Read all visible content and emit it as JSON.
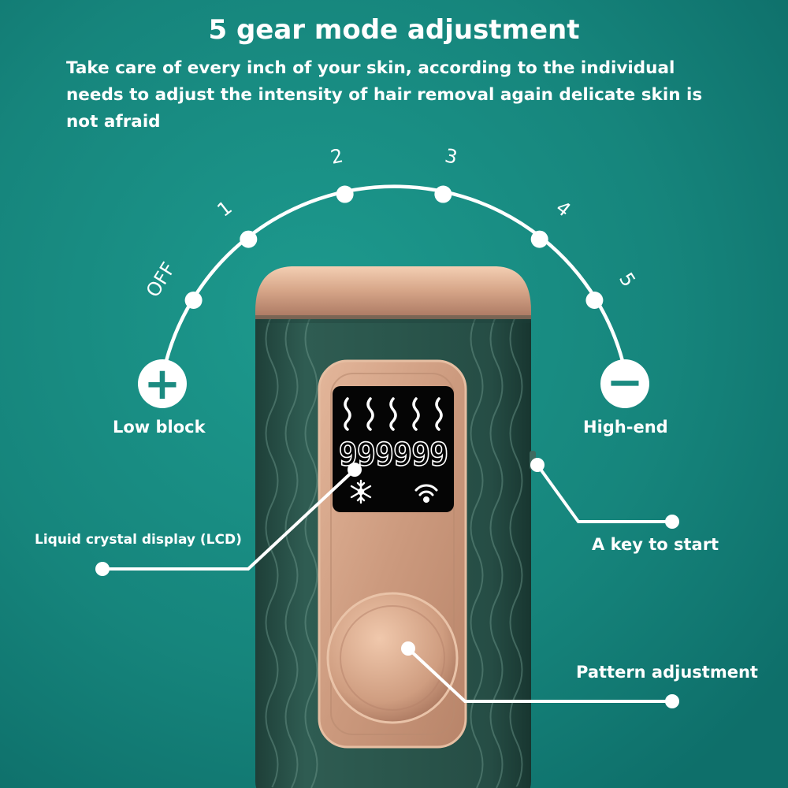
{
  "title": "5 gear mode adjustment",
  "subtitle": "Take care of every inch of your skin, according to the individual needs to adjust the intensity of hair removal again delicate skin is not afraid",
  "dial": {
    "gears": [
      "OFF",
      "1",
      "2",
      "3",
      "4",
      "5"
    ],
    "plus_symbol": "+",
    "minus_symbol": "−"
  },
  "labels": {
    "low_block": "Low block",
    "high_end": "High-end",
    "lcd": "Liquid crystal display (LCD)",
    "key_start": "A key to start",
    "pattern": "Pattern adjustment"
  },
  "display": {
    "counter": "999999",
    "left_icon": "snowflake-icon",
    "right_icon": "wireless-signal-icon",
    "top_icon": "heat-wave-icon"
  },
  "colors": {
    "background": "#1a8b82",
    "device_body": "#234c44",
    "device_gold": "#d9a88a",
    "lines": "#ffffff"
  }
}
